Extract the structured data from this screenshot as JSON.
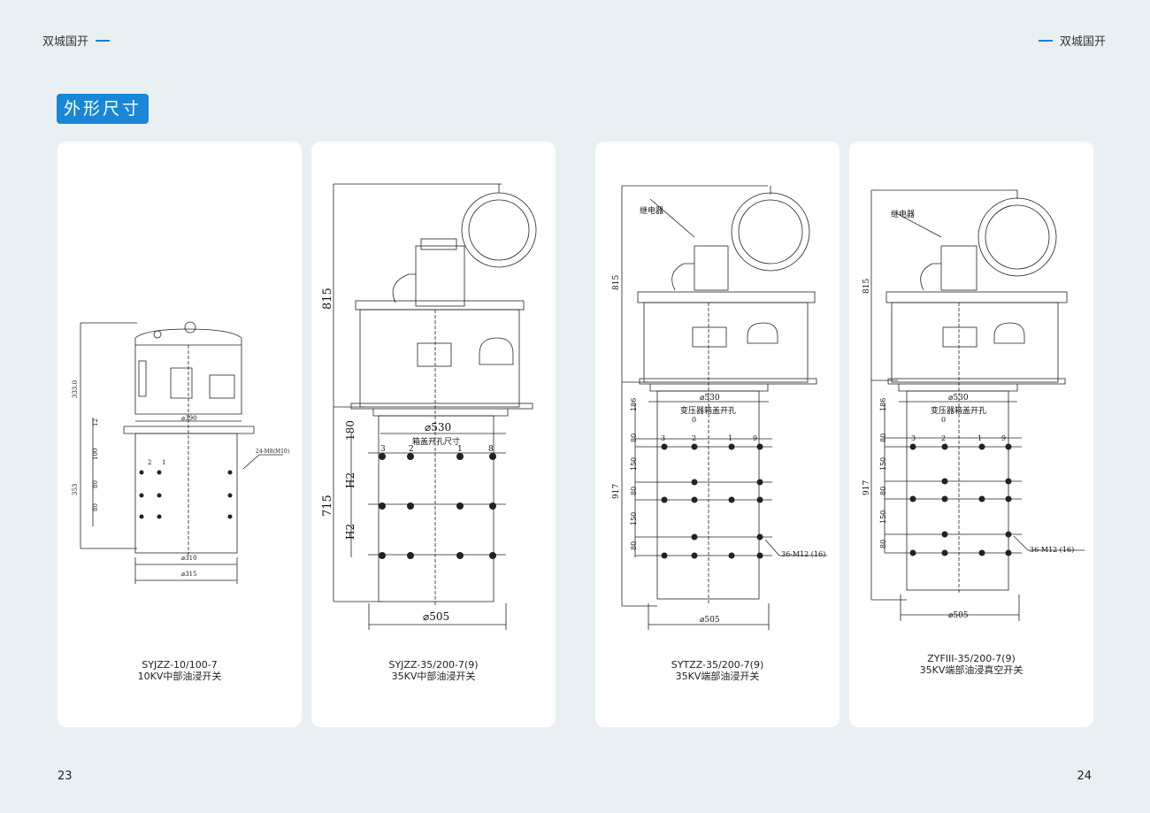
{
  "header": {
    "brand_left": "双城国开",
    "brand_right": "双城国开"
  },
  "section_title": "外形尺寸",
  "cards": [
    {
      "model": "SYJZZ-10/100-7",
      "desc": "10KV中部油浸开关",
      "dims": {
        "d390": "⌀390",
        "d310": "⌀310",
        "d315": "⌀315",
        "h333": "333.0",
        "h12": "12",
        "h100": "100",
        "h353": "353",
        "h80a": "80",
        "h80b": "80",
        "m8": "24-M8(M10)",
        "n2": "2",
        "n1": "1"
      }
    },
    {
      "model": "SYJZZ-35/200-7(9)",
      "desc": "35KV中部油浸开关",
      "dims": {
        "h815": "815",
        "d530": "⌀530",
        "box": "箱盖开孔尺寸",
        "h180": "180",
        "h715": "715",
        "h2a": "H2",
        "h2b": "H2",
        "d505": "⌀505",
        "n3": "3",
        "n2": "2",
        "n1": "1",
        "n8": "8"
      }
    },
    {
      "model": "SYTZZ-35/200-7(9)",
      "desc": "35KV端部油浸开关",
      "dims": {
        "relay": "继电器",
        "h815": "815",
        "d530": "⌀530",
        "box": "变压器箱盖开孔",
        "h186": "186",
        "h80a": "80",
        "h150a": "150",
        "h80b": "80",
        "h150b": "150",
        "h80c": "80",
        "h917": "917",
        "d505": "⌀505",
        "m12": "36-M12 (16)",
        "n0": "0",
        "n3": "3",
        "n2": "2",
        "n1": "1",
        "n9": "9"
      }
    },
    {
      "model": "ZYFIII-35/200-7(9)",
      "desc": "35KV端部油浸真空开关",
      "dims": {
        "relay": "继电器",
        "h815": "815",
        "d530": "⌀530",
        "box": "变压器箱盖开孔",
        "h186": "186",
        "h80a": "80",
        "h150a": "150",
        "h80b": "80",
        "h150b": "150",
        "h80c": "80",
        "h917": "917",
        "d505": "⌀505",
        "m12": "36-M12 (16)",
        "n0": "0",
        "n3": "3",
        "n2": "2",
        "n1": "1",
        "n9": "9"
      }
    }
  ],
  "page_numbers": {
    "left": "23",
    "right": "24"
  },
  "colors": {
    "accent": "#1a86d8",
    "background": "#e9f0f4"
  }
}
